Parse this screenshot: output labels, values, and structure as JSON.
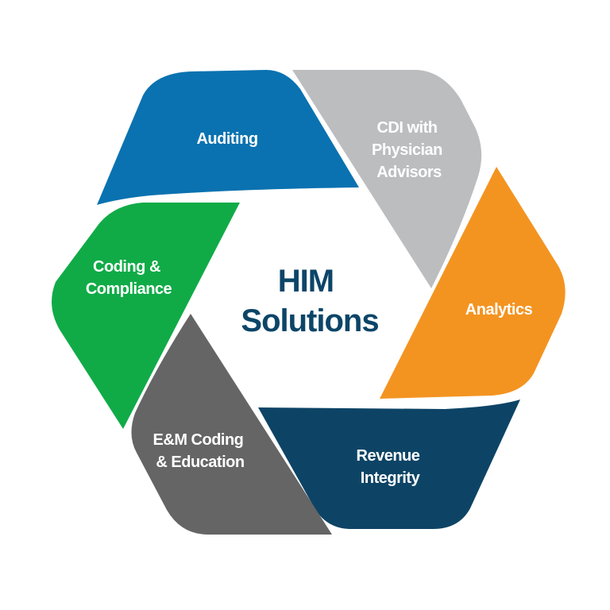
{
  "center": {
    "line1": "HIM",
    "line2": "Solutions",
    "color": "#0c4568"
  },
  "segments": [
    {
      "id": "auditing",
      "lines": [
        "Auditing"
      ],
      "color": "#0a72b0"
    },
    {
      "id": "cdi",
      "lines": [
        "CDI with",
        "Physician",
        "Advisors"
      ],
      "color": "#bcbdbf"
    },
    {
      "id": "analytics",
      "lines": [
        "Analytics"
      ],
      "color": "#f39421"
    },
    {
      "id": "revenue-integrity",
      "lines": [
        "Revenue",
        "Integrity"
      ],
      "color": "#0d4466"
    },
    {
      "id": "em-coding",
      "lines": [
        "E&M Coding",
        "& Education"
      ],
      "color": "#656565"
    },
    {
      "id": "coding-compliance",
      "lines": [
        "Coding &",
        "Compliance"
      ],
      "color": "#10ab47"
    }
  ]
}
